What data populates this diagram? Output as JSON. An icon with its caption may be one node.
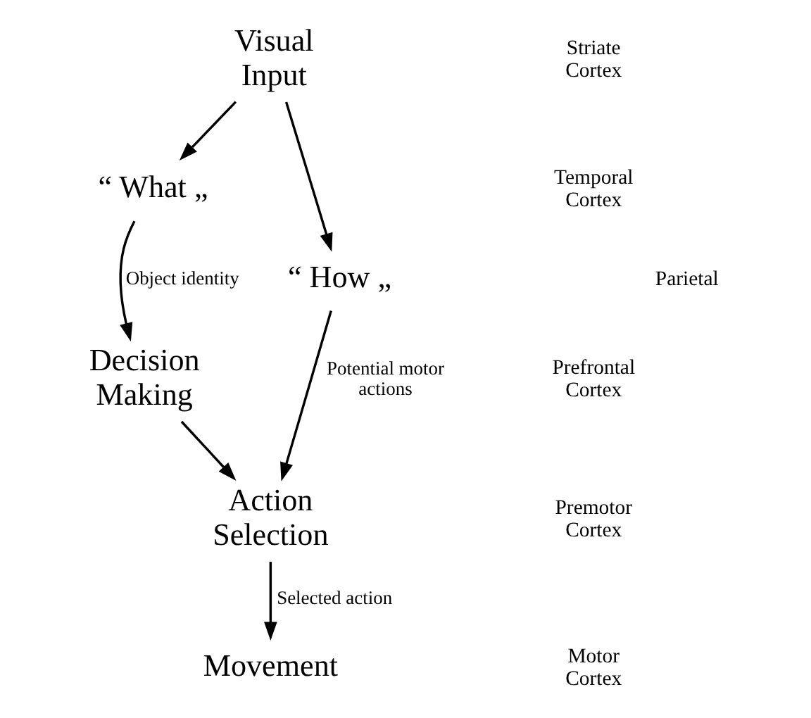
{
  "diagram": {
    "nodes": [
      {
        "text": [
          "Visual Input"
        ]
      },
      {
        "text": [
          "“ What „"
        ]
      },
      {
        "text": [
          "“ How „"
        ]
      },
      {
        "text": [
          "Decision Making"
        ]
      },
      {
        "text": [
          "Action Selection"
        ]
      },
      {
        "text": [
          "Movement"
        ]
      }
    ],
    "edges": [
      {
        "from": 0,
        "to": 1,
        "arrow": "to"
      },
      {
        "from": 0,
        "to": 2,
        "arrow": "to"
      },
      {
        "from": 1,
        "to": 3,
        "arrow": "to",
        "label": "Object identity"
      },
      {
        "from": 2,
        "to": 4,
        "arrow": "to",
        "label": "Potential motor actions"
      },
      {
        "from": 3,
        "to": 4,
        "arrow": "to"
      },
      {
        "from": 4,
        "to": 5,
        "arrow": "to",
        "label": "Selected action"
      }
    ],
    "labels": [
      "Striate Cortex",
      "Temporal Cortex",
      "Parietal",
      "Prefrontal Cortex",
      "Premotor Cortex",
      "Motor Cortex"
    ]
  }
}
